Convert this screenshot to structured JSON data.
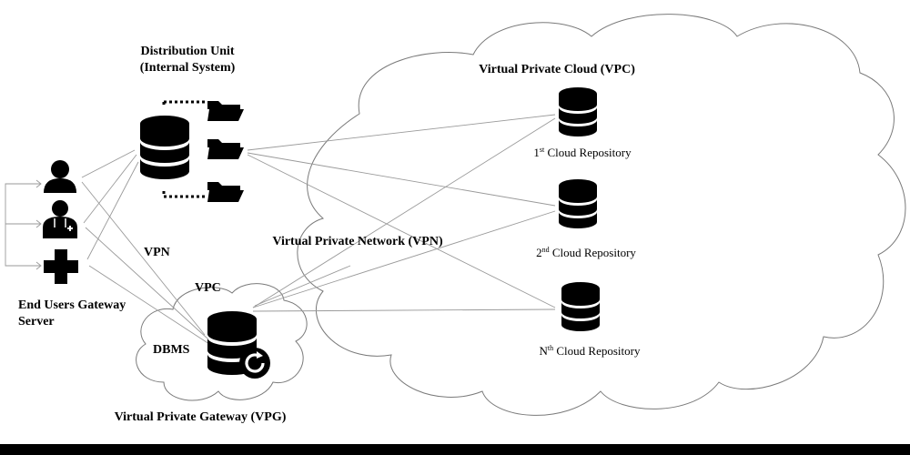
{
  "labels": {
    "distribution_unit_line1": "Distribution Unit",
    "distribution_unit_line2": "(Internal System)",
    "vpc_big": "Virtual Private Cloud (VPC)",
    "repo1_sup": "st",
    "repo1_num": "1",
    "repo1_text": " Cloud Repository",
    "repo2_num": "2",
    "repo2_sup": "nd",
    "repo2_text": " Cloud Repository",
    "repoN_num": "N",
    "repoN_sup": "th",
    "repoN_text": " Cloud Repository",
    "vpn_network": "Virtual Private Network (VPN)",
    "vpn_small": "VPN",
    "vpc_small": "VPC",
    "dbms": "DBMS",
    "vpg": "Virtual Private Gateway (VPG)",
    "end_users_line1": "End Users Gateway",
    "end_users_line2": "Server"
  },
  "icons": {
    "db": "database-icon",
    "folder": "folder-icon",
    "user": "user-icon",
    "doctor": "doctor-icon",
    "cross": "medical-cross-icon",
    "refresh": "refresh-icon"
  },
  "colors": {
    "ink": "#000000",
    "edge": "#9a9a9a",
    "cloud_stroke": "#7a7a7a",
    "background": "#ffffff"
  }
}
